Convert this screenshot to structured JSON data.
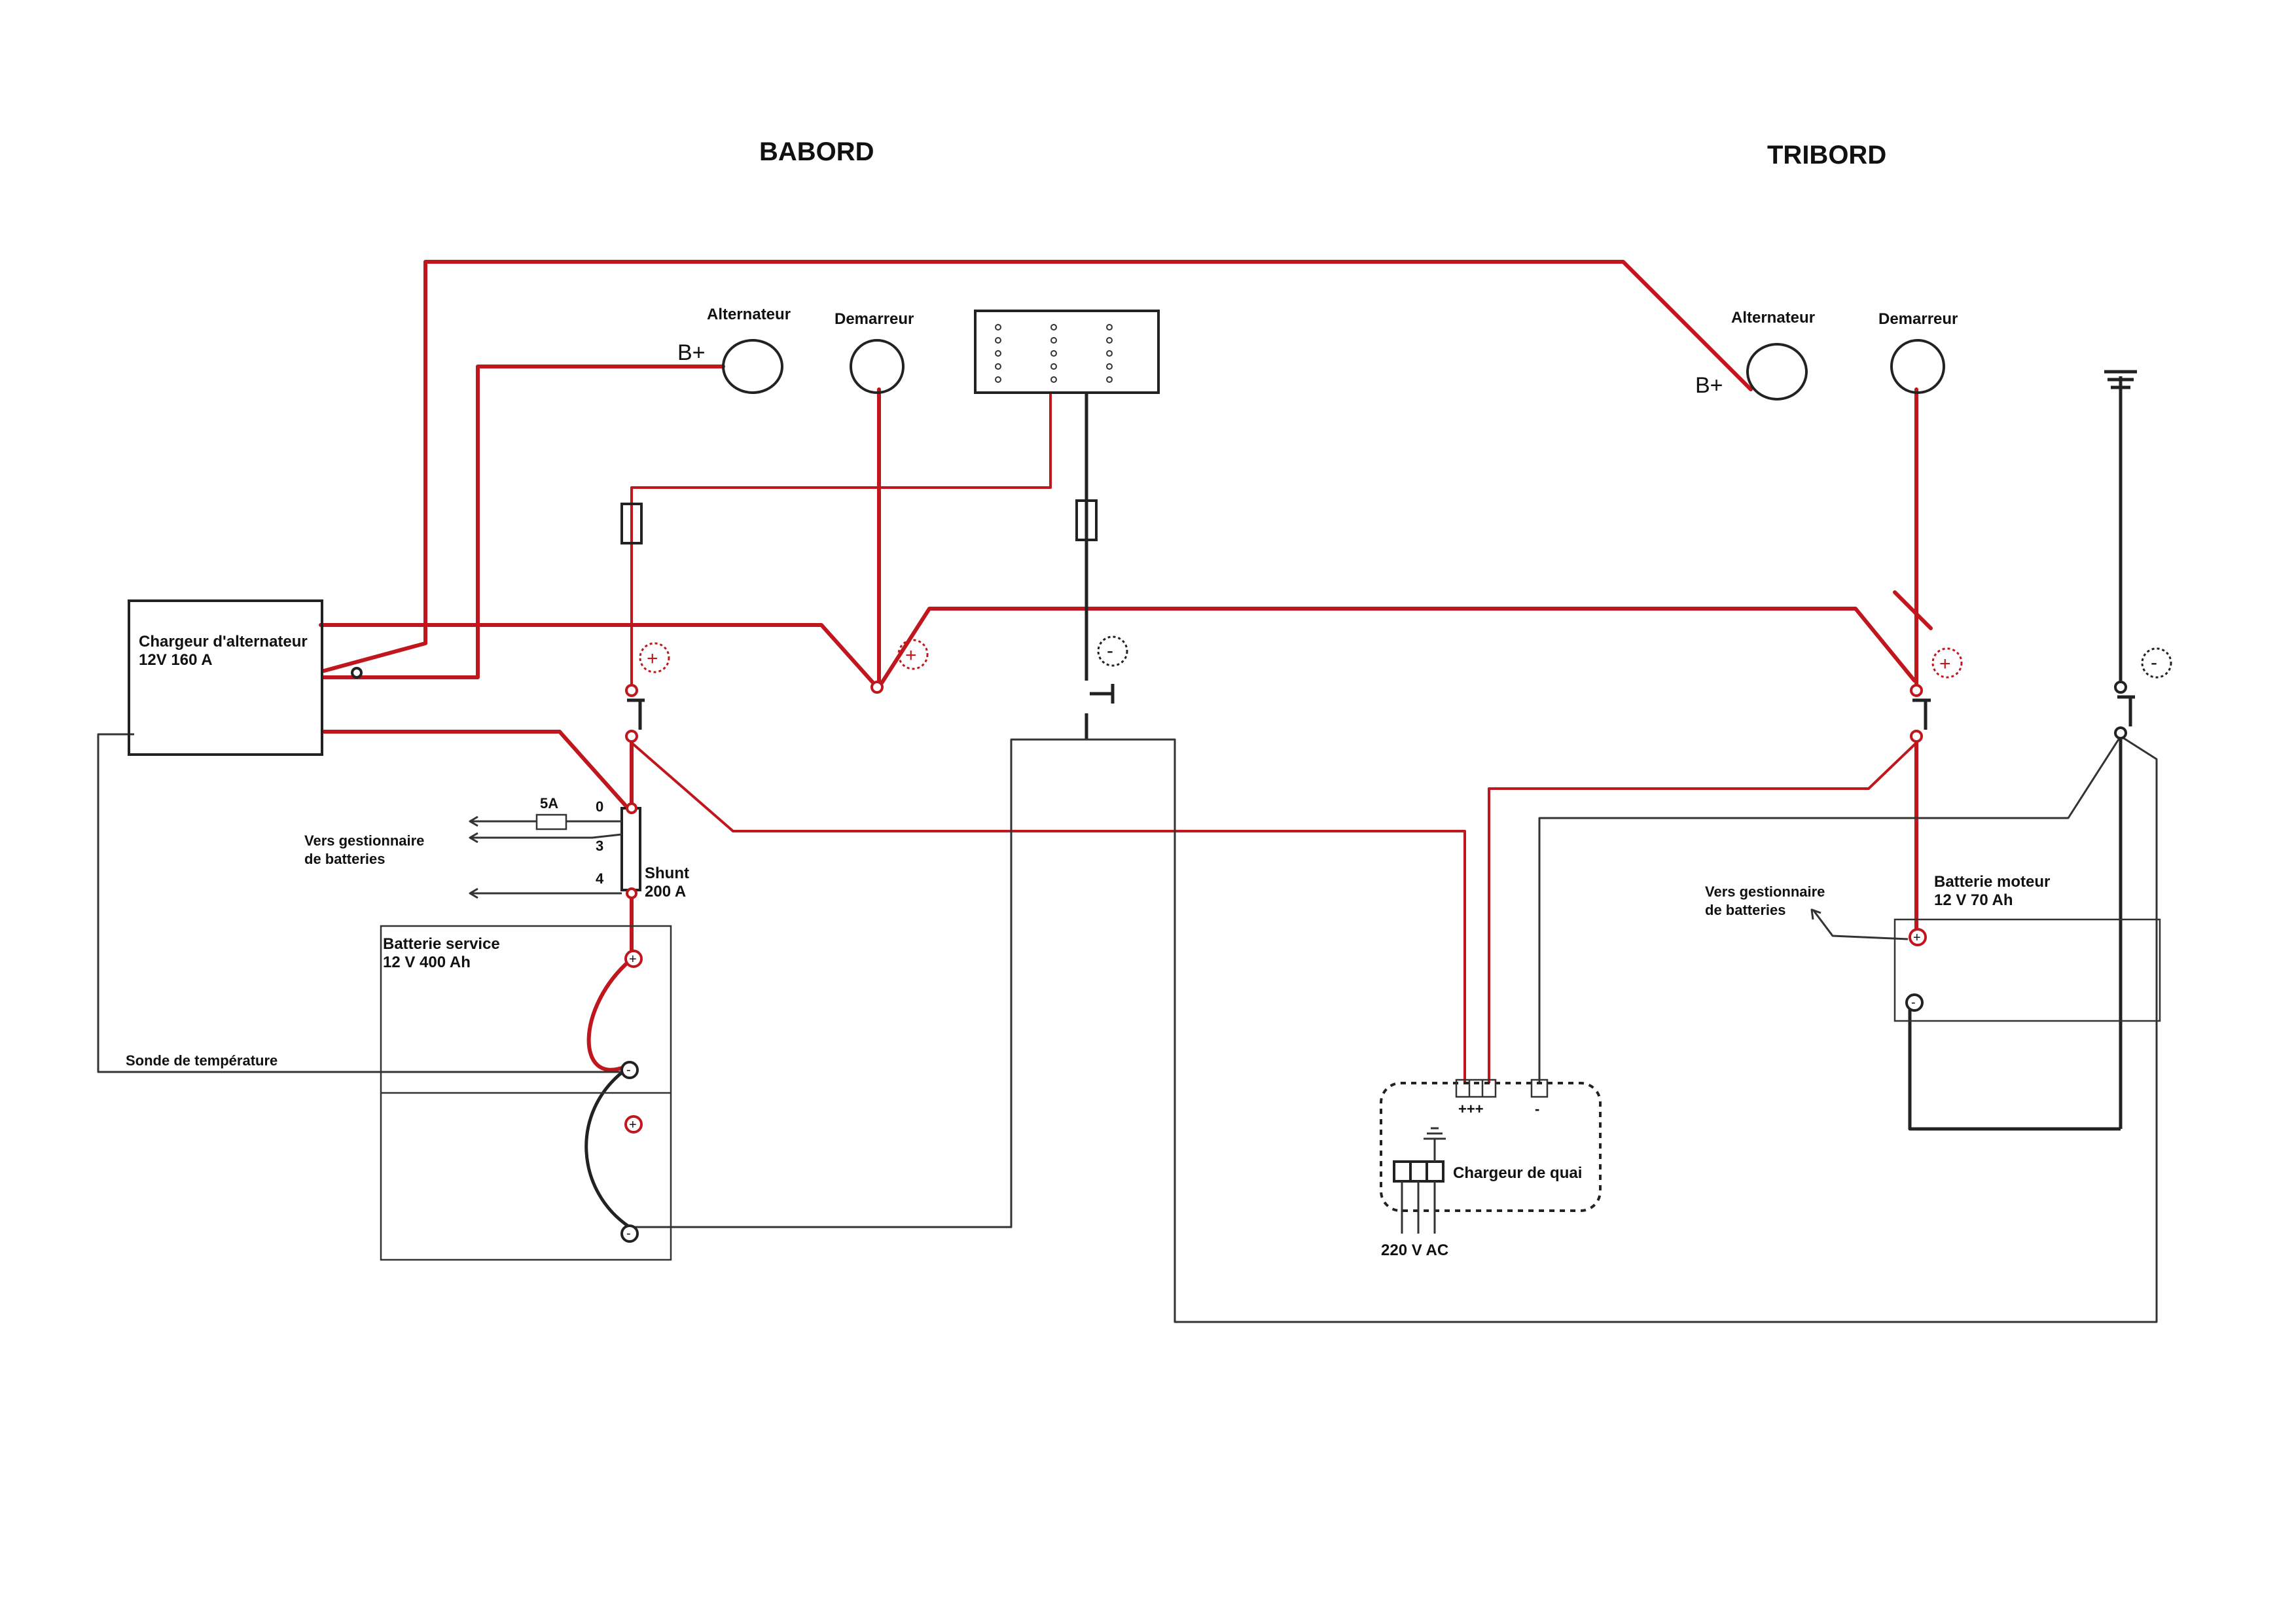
{
  "titles": {
    "babord": "BABORD",
    "tribord": "TRIBORD"
  },
  "babord": {
    "alternateur": "Alternateur",
    "alternateur_terminal": "B+",
    "demarreur": "Demarreur"
  },
  "tribord": {
    "alternateur": "Alternateur",
    "alternateur_terminal": "B+",
    "demarreur": "Demarreur"
  },
  "chargeur_alternateur": {
    "line1": "Chargeur d'alternateur",
    "line2": "12V 160 A"
  },
  "shunt": {
    "fuse_label": "5A",
    "pin_0": "0",
    "pin_3": "3",
    "pin_4": "4",
    "line1": "Shunt",
    "line2": "200 A"
  },
  "vers_gestionnaire_left": {
    "line1": "Vers gestionnaire",
    "line2": "de batteries"
  },
  "vers_gestionnaire_right": {
    "line1": "Vers gestionnaire",
    "line2": "de batteries"
  },
  "batterie_service": {
    "line1": "Batterie service",
    "line2": "12 V 400 Ah"
  },
  "batterie_moteur": {
    "line1": "Batterie moteur",
    "line2": "12 V 70 Ah"
  },
  "sonde": "Sonde de température",
  "chargeur_quai": {
    "label": "Chargeur de quai",
    "plus_terminals": "+++",
    "minus_terminal": "-",
    "input": "220 V AC"
  },
  "symbols": {
    "plus": "+",
    "minus": "-",
    "battery_plus": "+",
    "battery_minus": "-"
  },
  "colors": {
    "positive_wire": "#c0161e",
    "negative_wire": "#222222"
  }
}
